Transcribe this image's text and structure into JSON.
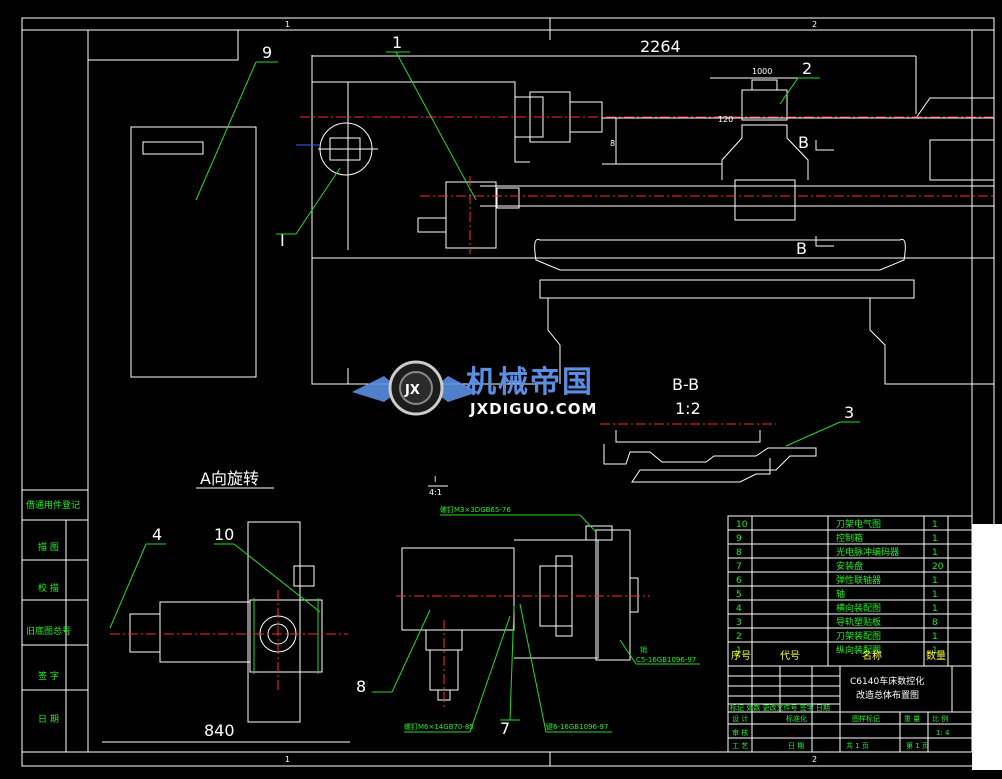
{
  "drawing": {
    "zone_top_1": "1",
    "zone_top_2": "2",
    "zone_bottom_1": "1",
    "zone_bottom_2": "2",
    "dim_overall": "2264",
    "dim_1000": "1000",
    "dim_840": "840",
    "dim_vertical_left": "8",
    "dim_vertical_small": "120"
  },
  "callouts": {
    "c1": "1",
    "c2": "2",
    "c3": "3",
    "c4": "4",
    "c7": "7",
    "c8": "8",
    "c9": "9",
    "c10": "10",
    "cI": "I"
  },
  "section": {
    "b_mark_top": "B",
    "b_mark_bottom": "B",
    "title": "B-B",
    "scale": "1:2",
    "rotation_view": "A向旋转",
    "detail_mark": "I",
    "detail_scale": "4:1"
  },
  "annotations": {
    "screw_top": "螺钉M3×3DGB65-76",
    "screw_bottom": "螺钉M6×14GB70-85",
    "pin_right": "销",
    "pin_right_std": "C5-16GB1096-97",
    "key_bottom": "键6-16GB1096-97"
  },
  "left_block": {
    "row1": "借通用件登记",
    "row2": "描 图",
    "row3": "校 描",
    "row4": "旧底图总号",
    "row5": "签 字",
    "row6": "日 期"
  },
  "parts_list": {
    "header": {
      "index": "序号",
      "code": "代号",
      "name": "名称",
      "qty": "数量"
    },
    "rows": [
      {
        "index": "10",
        "name": "刀架电气图",
        "qty": "1"
      },
      {
        "index": "9",
        "name": "控制箱",
        "qty": "1"
      },
      {
        "index": "8",
        "name": "光电脉冲编码器",
        "qty": "1"
      },
      {
        "index": "7",
        "name": "安装盘",
        "qty": "20"
      },
      {
        "index": "6",
        "name": "弹性联轴器",
        "qty": "1"
      },
      {
        "index": "5",
        "name": "轴",
        "qty": "1"
      },
      {
        "index": "4",
        "name": "横向装配图",
        "qty": "1"
      },
      {
        "index": "3",
        "name": "导轨塑贴板",
        "qty": "8"
      },
      {
        "index": "2",
        "name": "刀架装配图",
        "qty": "1"
      },
      {
        "index": "1",
        "name": "纵向装配图",
        "qty": "1"
      }
    ]
  },
  "title_block": {
    "title_line1": "C6140车床数控化",
    "title_line2": "改造总体布置图",
    "revision_cols": "标记 处数 更改文件号 签字 日期",
    "design": "设 计",
    "standardize": "标准化",
    "review": "审 核",
    "process": "工 艺",
    "date": "日 期",
    "stage_mark": "图样标记",
    "weight": "重 量",
    "scale_label": "比 例",
    "scale_value": "1: 4",
    "sheet_total": "共 1 页",
    "sheet_no": "第 1 页"
  },
  "watermark": {
    "brand_cn": "机械帝国",
    "brand_en": "JXDIGUO.COM",
    "emblem_text": "JX"
  },
  "colors": {
    "background": "#000000",
    "outline": "#ffffff",
    "leader": "#22dd22",
    "centerline": "#ff2a2a",
    "brand_blue": "#5b8de0"
  }
}
